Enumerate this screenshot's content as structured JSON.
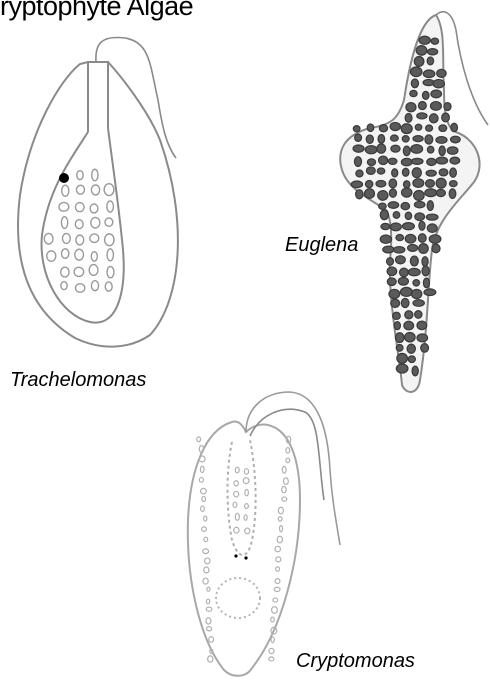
{
  "title": "ryptophyte Algae",
  "organisms": {
    "trachelomonas": {
      "label": "Trachelomonas"
    },
    "euglena": {
      "label": "Euglena"
    },
    "cryptomonas": {
      "label": "Cryptomonas"
    }
  }
}
